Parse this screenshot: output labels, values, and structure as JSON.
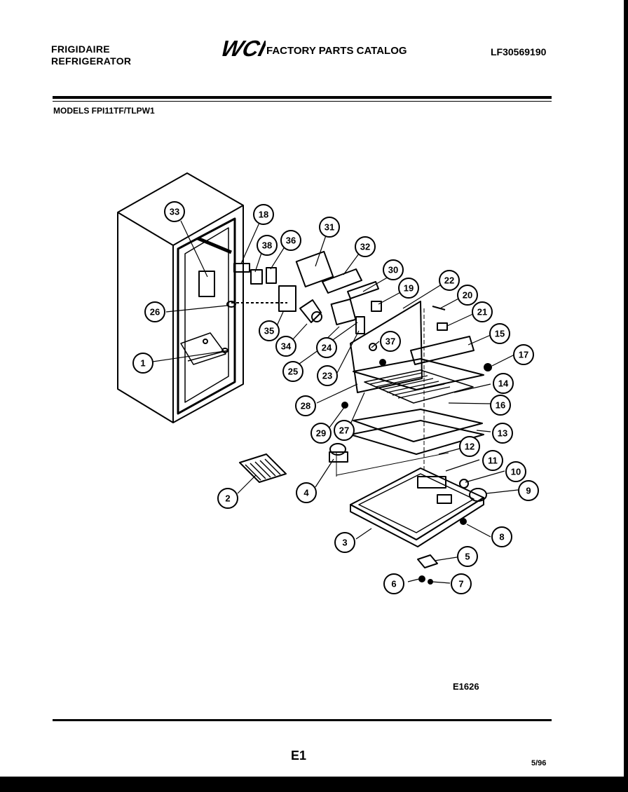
{
  "header": {
    "brand_line1": "FRIGIDAIRE",
    "brand_line2": "REFRIGERATOR",
    "logo_text": "WCI",
    "catalog_title": "FACTORY PARTS CATALOG",
    "catalog_number": "LF30569190"
  },
  "models_label": "MODELS FPI11TF/TLPW1",
  "callouts": [
    {
      "id": "c33",
      "label": "33"
    },
    {
      "id": "c18",
      "label": "18"
    },
    {
      "id": "c38",
      "label": "38"
    },
    {
      "id": "c36",
      "label": "36"
    },
    {
      "id": "c31",
      "label": "31"
    },
    {
      "id": "c32",
      "label": "32"
    },
    {
      "id": "c30",
      "label": "30"
    },
    {
      "id": "c19",
      "label": "19"
    },
    {
      "id": "c22",
      "label": "22"
    },
    {
      "id": "c20",
      "label": "20"
    },
    {
      "id": "c21",
      "label": "21"
    },
    {
      "id": "c15",
      "label": "15"
    },
    {
      "id": "c17",
      "label": "17"
    },
    {
      "id": "c26a",
      "label": "26"
    },
    {
      "id": "c35",
      "label": "35"
    },
    {
      "id": "c34",
      "label": "34"
    },
    {
      "id": "c24",
      "label": "24"
    },
    {
      "id": "c37",
      "label": "37"
    },
    {
      "id": "c25",
      "label": "25"
    },
    {
      "id": "c23",
      "label": "23"
    },
    {
      "id": "c1",
      "label": "1"
    },
    {
      "id": "c14",
      "label": "14"
    },
    {
      "id": "c16",
      "label": "16"
    },
    {
      "id": "c28",
      "label": "28"
    },
    {
      "id": "c29",
      "label": "29"
    },
    {
      "id": "c27",
      "label": "27"
    },
    {
      "id": "c13",
      "label": "13"
    },
    {
      "id": "c12",
      "label": "12"
    },
    {
      "id": "c11",
      "label": "11"
    },
    {
      "id": "c10",
      "label": "10"
    },
    {
      "id": "c9",
      "label": "9"
    },
    {
      "id": "c2",
      "label": "2"
    },
    {
      "id": "c4",
      "label": "4"
    },
    {
      "id": "c8a",
      "label": "8"
    },
    {
      "id": "c3",
      "label": "3"
    },
    {
      "id": "c5",
      "label": "5"
    },
    {
      "id": "c6",
      "label": "6"
    },
    {
      "id": "c7",
      "label": "7"
    }
  ],
  "illustration_code": "E1626",
  "footer": {
    "page": "E1",
    "date": "5/96"
  }
}
